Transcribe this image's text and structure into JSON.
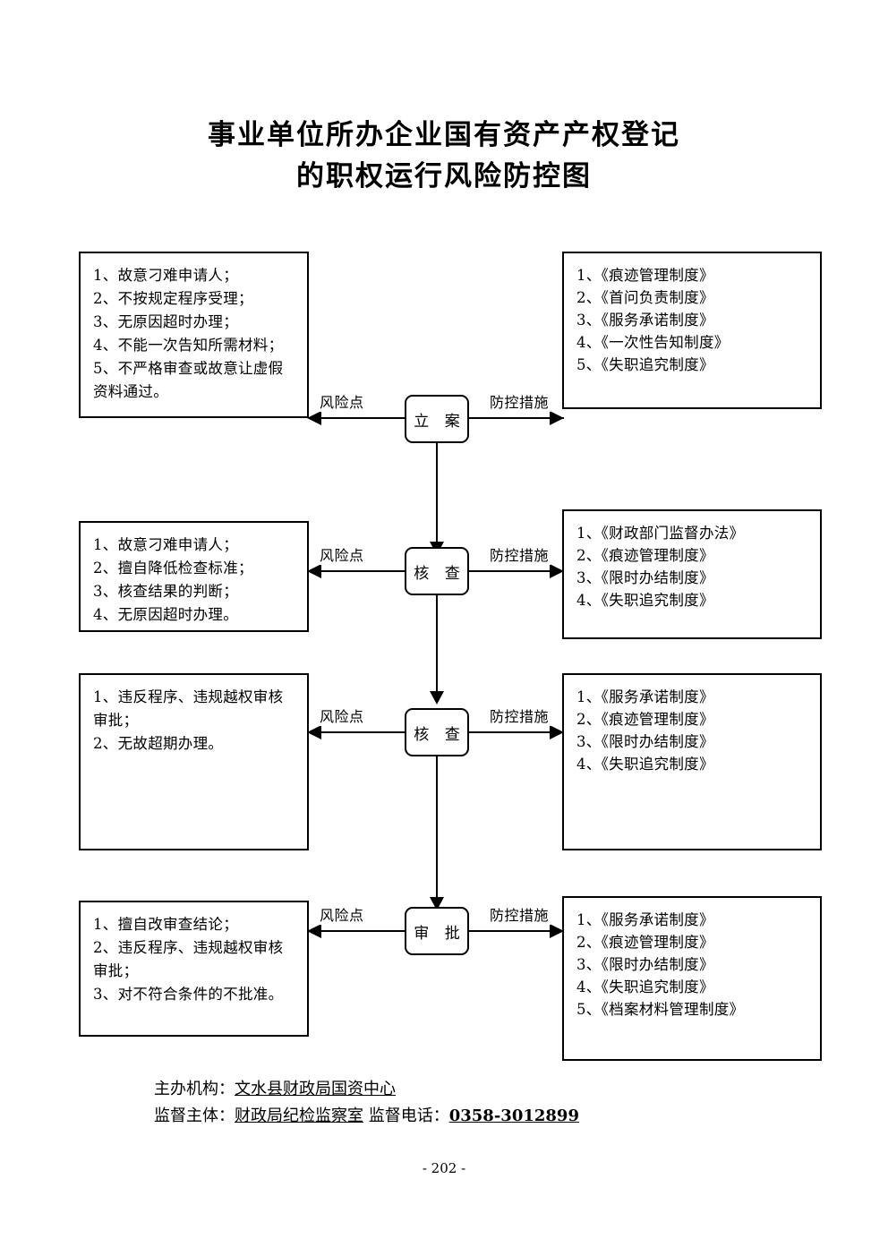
{
  "document": {
    "title_line1": "事业单位所办企业国有资产产权登记",
    "title_line2": "的职权运行风险防控图",
    "page_number": "- 202 -"
  },
  "connector_labels": {
    "risk": "风险点",
    "measures": "防控措施"
  },
  "stages": [
    {
      "node_label": "立  案",
      "risks": [
        "1、故意刁难申请人；",
        "2、不按规定程序受理；",
        "3、无原因超时办理；",
        "4、不能一次告知所需材料；",
        "5、不严格审查或故意让虚假资料通过。"
      ],
      "measures": [
        "1、《痕迹管理制度》",
        "2、《首问负责制度》",
        "3、《服务承诺制度》",
        "4、《一次性告知制度》",
        "5、《失职追究制度》"
      ]
    },
    {
      "node_label": "核  查",
      "risks": [
        "1、故意刁难申请人；",
        "2、擅自降低检查标准；",
        "3、核查结果的判断；",
        "4、无原因超时办理。"
      ],
      "measures": [
        "1、《财政部门监督办法》",
        "2、《痕迹管理制度》",
        "3、《限时办结制度》",
        "4、《失职追究制度》"
      ]
    },
    {
      "node_label": "核  查",
      "risks": [
        "1、违反程序、违规越权审核审批；",
        "2、无故超期办理。"
      ],
      "measures": [
        "1、《服务承诺制度》",
        "2、《痕迹管理制度》",
        "3、《限时办结制度》",
        "4、《失职追究制度》"
      ]
    },
    {
      "node_label": "审  批",
      "risks": [
        "1、擅自改审查结论；",
        "2、违反程序、违规越权审核审批；",
        "3、对不符合条件的不批准。"
      ],
      "measures": [
        "1、《服务承诺制度》",
        "2、《痕迹管理制度》",
        "3、《限时办结制度》",
        "4、《失职追究制度》",
        "5、《档案材料管理制度》"
      ]
    }
  ],
  "footer": {
    "organizer_label": "主办机构：",
    "organizer_value": "文水县财政局国资中心",
    "supervisor_label": "监督主体：",
    "supervisor_value": "财政局纪检监察室",
    "phone_label": " 监督电话：",
    "phone_value": "0358-3012899"
  }
}
